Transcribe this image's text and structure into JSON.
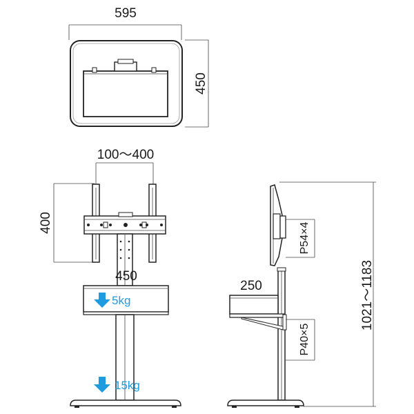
{
  "top_view": {
    "width_label": "595",
    "depth_label": "450"
  },
  "front_view": {
    "vesa_width_label": "100～400",
    "vesa_height_label": "400",
    "shelf_width_label": "450",
    "shelf_load_label": "5kg",
    "base_load_label": "15kg"
  },
  "side_view": {
    "shelf_depth_label": "250",
    "mount_pitch_label": "P54×4",
    "shelf_pitch_label": "P40×5",
    "height_range_label": "1021～1183"
  },
  "colors": {
    "load_accent": "#1f9be0",
    "line": "#222222"
  }
}
